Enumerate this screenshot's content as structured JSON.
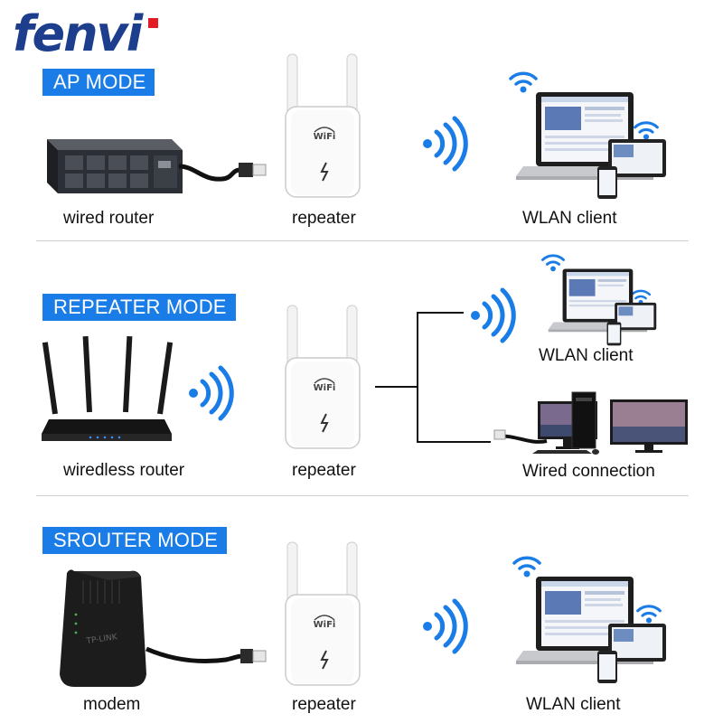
{
  "brand": {
    "name": "fenvi",
    "accent": "#1a7ce6",
    "logo_color": "#1d3e8c",
    "logo_dot": "#e31b23"
  },
  "sections": [
    {
      "mode": "AP MODE",
      "labels": {
        "source": "wired router",
        "middle": "repeater",
        "client": "WLAN client"
      }
    },
    {
      "mode": "REPEATER MODE",
      "labels": {
        "source": "wiredless router",
        "middle": "repeater",
        "client": "WLAN client",
        "wired": "Wired connection"
      }
    },
    {
      "mode": "SROUTER MODE",
      "labels": {
        "source": "modem",
        "middle": "repeater",
        "client": "WLAN client"
      }
    }
  ],
  "icons": [
    "wifi-signal-icon",
    "wifi-logo-icon",
    "signal-arcs-icon"
  ]
}
